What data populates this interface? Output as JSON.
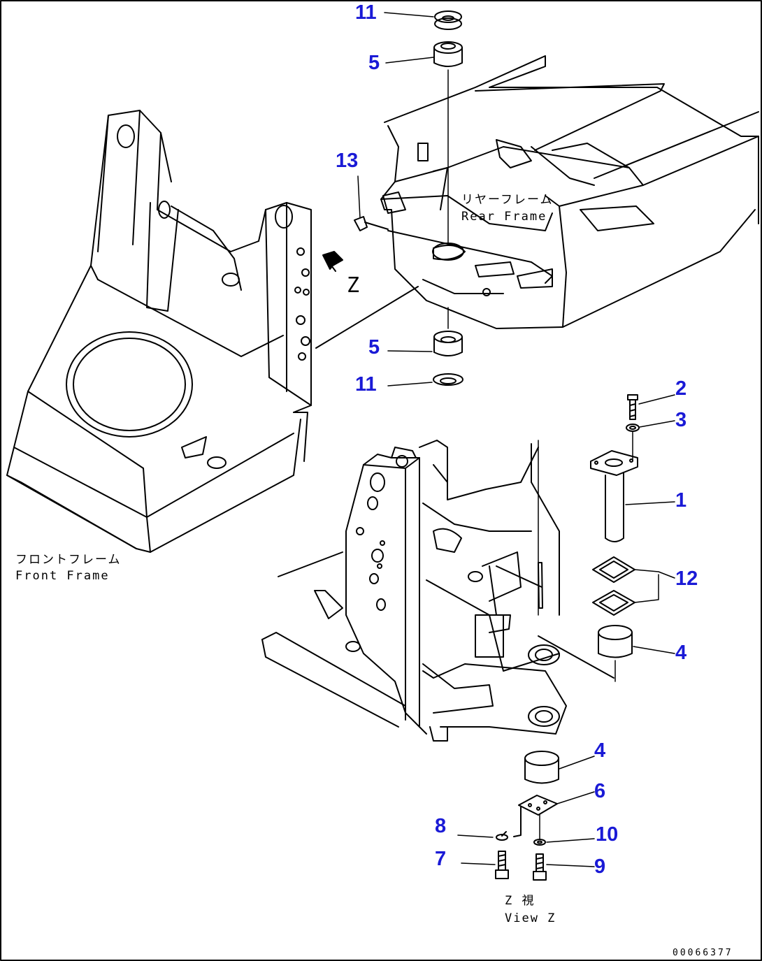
{
  "labels": {
    "rear_frame_jp": "リヤーフレーム",
    "rear_frame_en": "Rear Frame",
    "front_frame_jp": "フロントフレーム",
    "front_frame_en": "Front Frame",
    "view_z_jp": "Z 視",
    "view_z_en": "View Z",
    "z_marker": "Z",
    "drawing_code": "00066377"
  },
  "callouts": [
    {
      "id": "c11a",
      "text": "11"
    },
    {
      "id": "c5a",
      "text": "5"
    },
    {
      "id": "c13",
      "text": "13"
    },
    {
      "id": "c5b",
      "text": "5"
    },
    {
      "id": "c11b",
      "text": "11"
    },
    {
      "id": "c2",
      "text": "2"
    },
    {
      "id": "c3",
      "text": "3"
    },
    {
      "id": "c1",
      "text": "1"
    },
    {
      "id": "c12",
      "text": "12"
    },
    {
      "id": "c4a",
      "text": "4"
    },
    {
      "id": "c4b",
      "text": "4"
    },
    {
      "id": "c6",
      "text": "6"
    },
    {
      "id": "c8",
      "text": "8"
    },
    {
      "id": "c10",
      "text": "10"
    },
    {
      "id": "c7",
      "text": "7"
    },
    {
      "id": "c9",
      "text": "9"
    }
  ],
  "colors": {
    "callout": "#1a1ad6",
    "line": "#000000"
  }
}
